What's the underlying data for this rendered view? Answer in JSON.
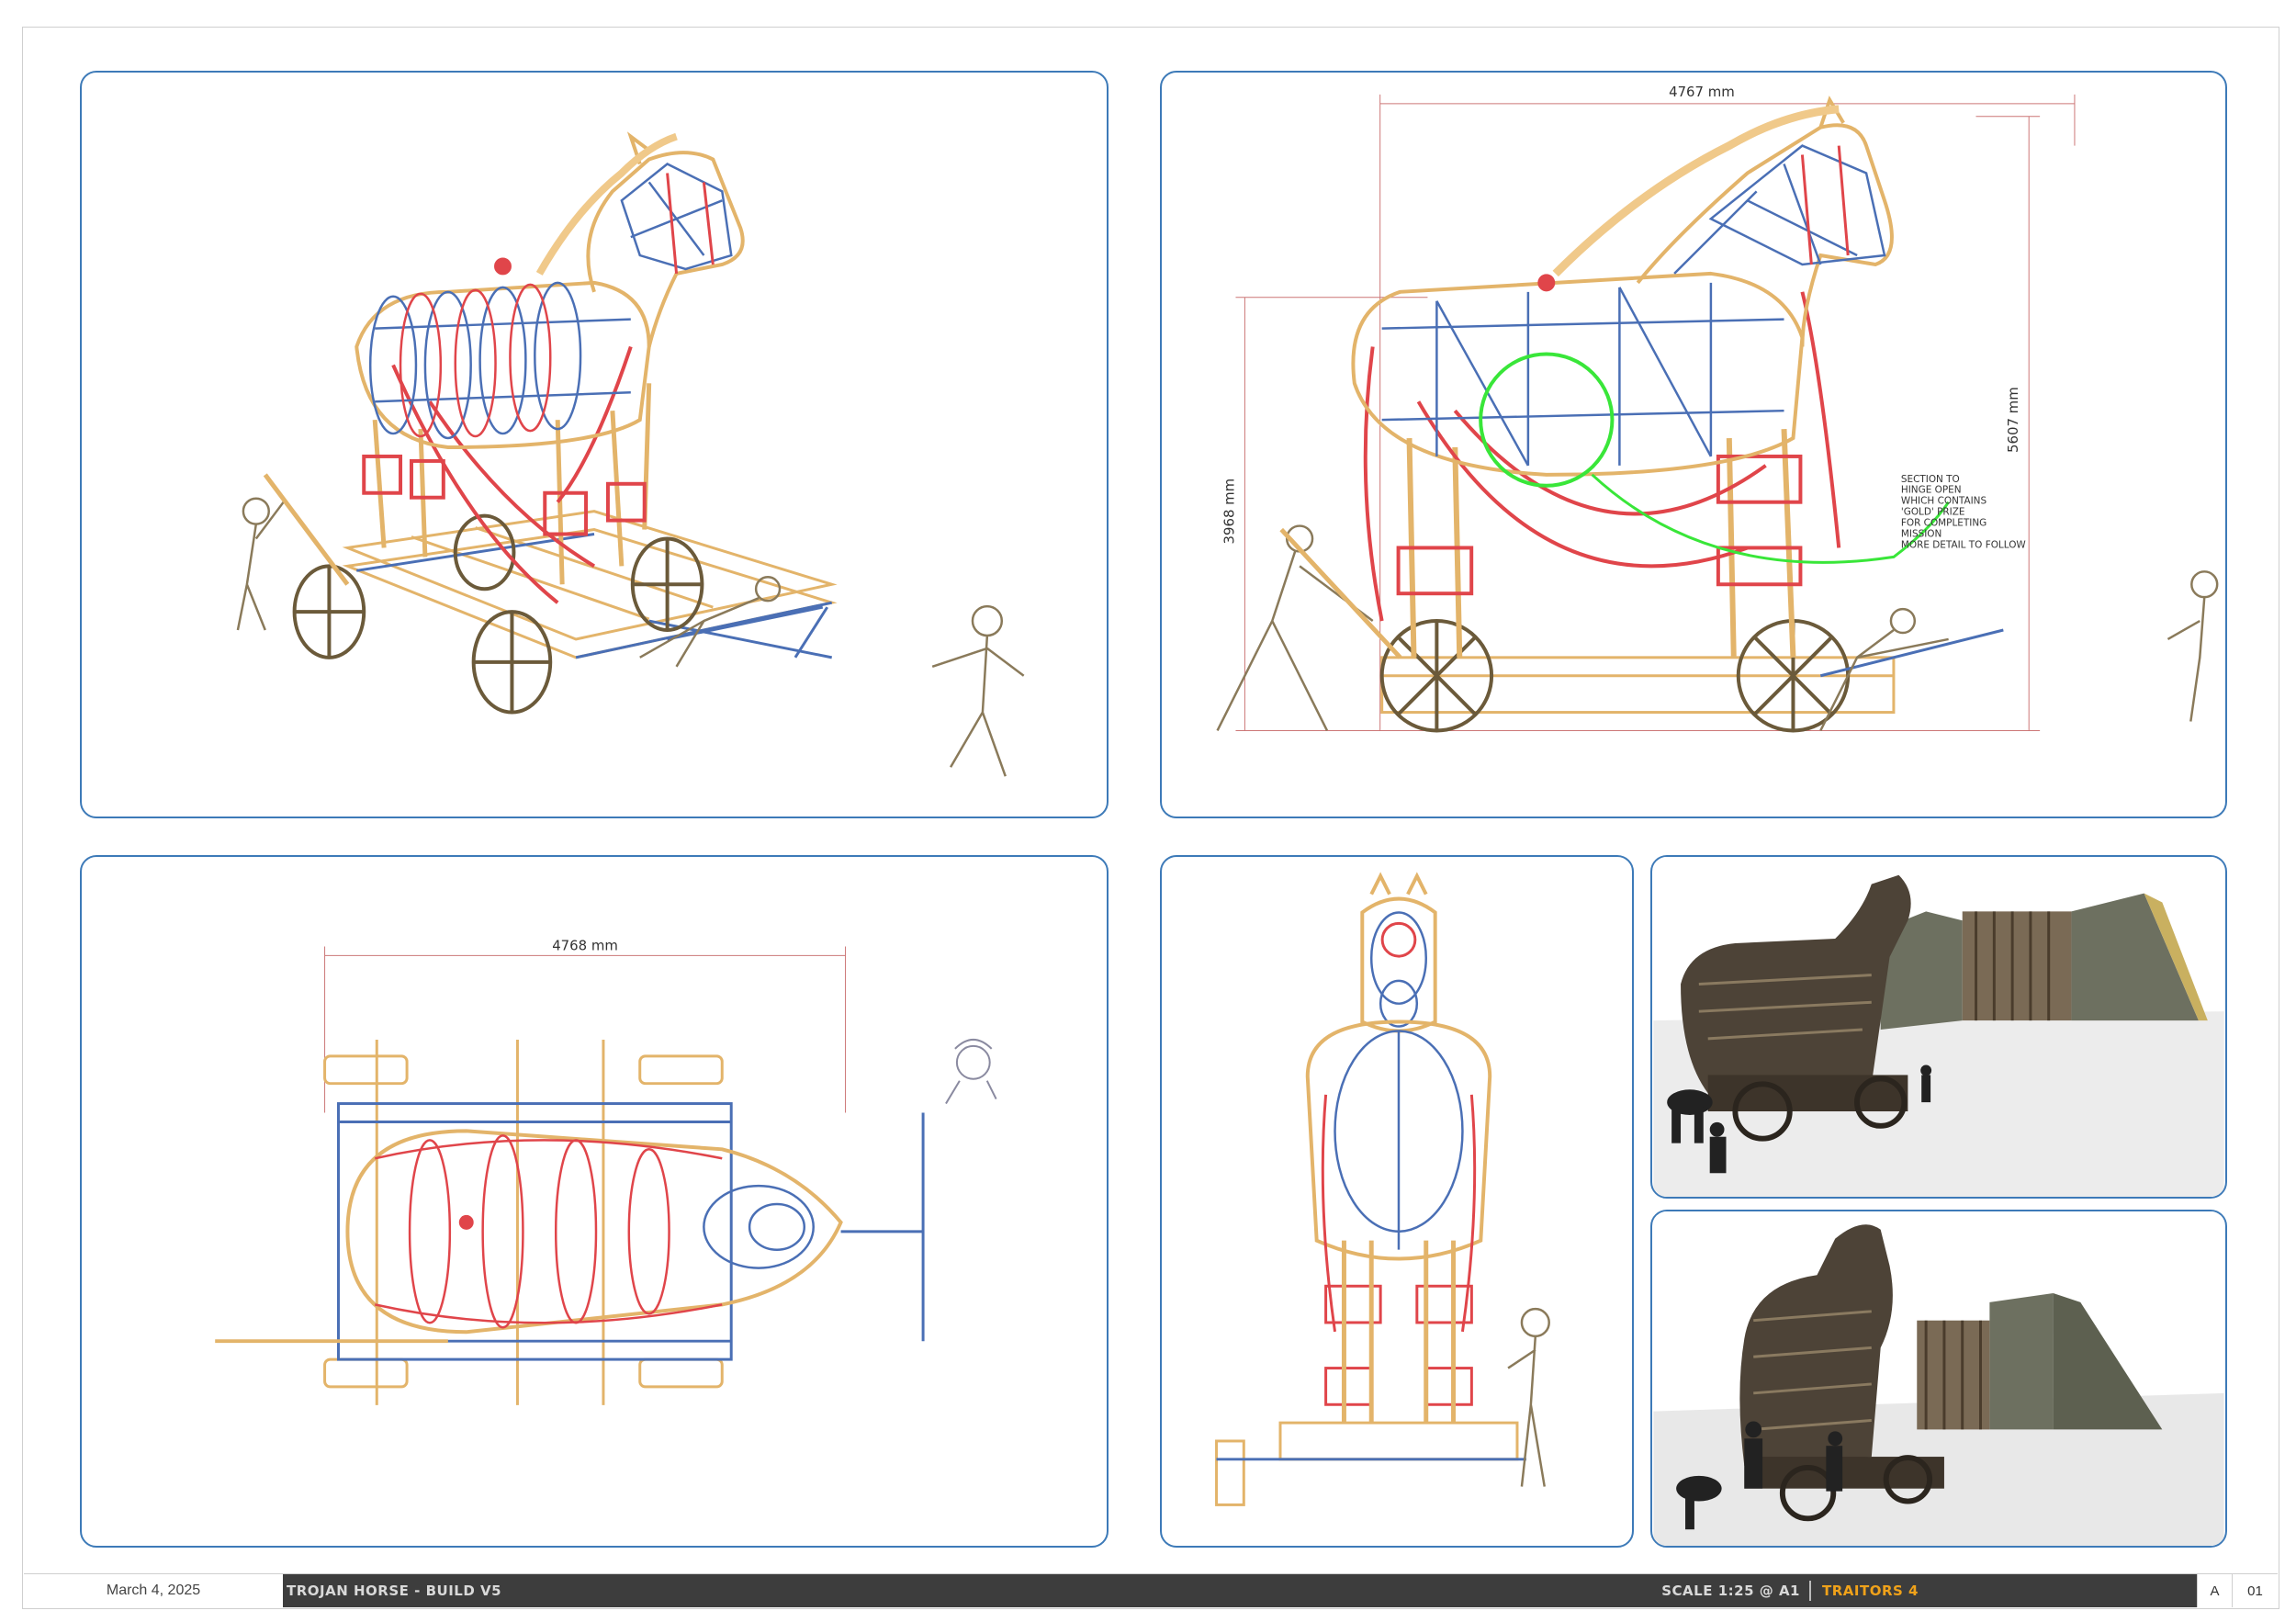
{
  "side_view": {
    "dim_length": "4767 mm",
    "dim_height": "5607 mm",
    "dim_back_height": "3968 mm",
    "note_lines": [
      "SECTION TO",
      "HINGE OPEN",
      "WHICH CONTAINS",
      "'GOLD' PRIZE",
      "FOR COMPLETING",
      "MISSION",
      "MORE DETAIL TO FOLLOW"
    ],
    "highlight_color": "#39e639"
  },
  "plan_view": {
    "dim_length": "4768 mm"
  },
  "title_block": {
    "date": "March 4, 2025",
    "title": "TROJAN HORSE - BUILD V5",
    "scale": "SCALE 1:25 @ A1",
    "project": "TRAITORS 4",
    "revision": "A",
    "sheet": "01"
  },
  "colors": {
    "frame_blue": "#3d7ab8",
    "timber": "#e3b46a",
    "rope": "#e0454a",
    "steel": "#4a6fb5",
    "title_bar": "#3d3d3d",
    "project_accent": "#f0a21a"
  }
}
